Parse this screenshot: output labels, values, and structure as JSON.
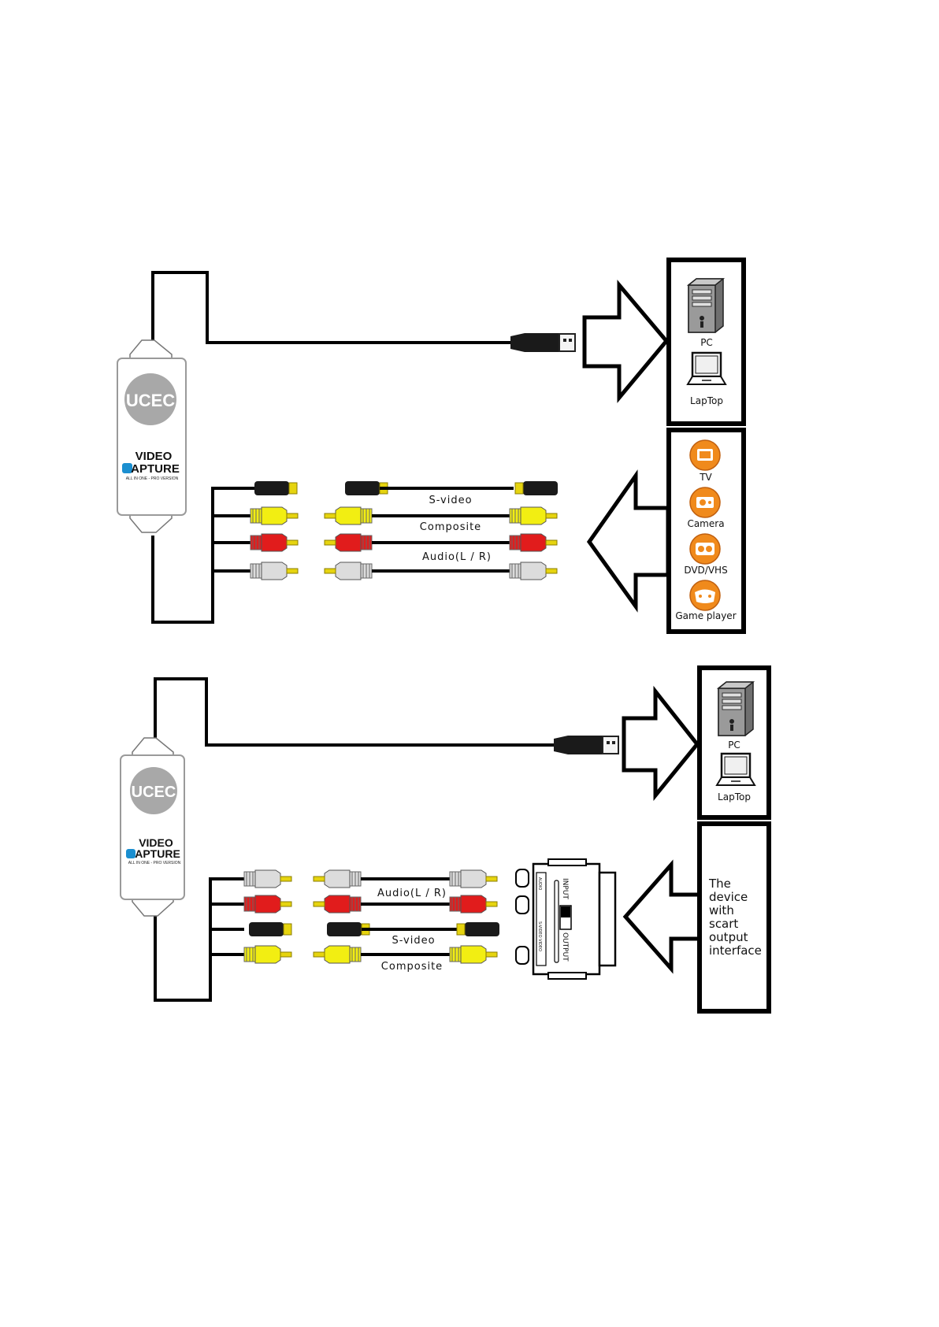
{
  "diagram1": {
    "device": {
      "brand": "UCEC",
      "title_line1": "VIDEO",
      "title_line2": "APTURE",
      "subtitle": "ALL IN ONE - PRO VERSION"
    },
    "cables": {
      "svideo": "S-video",
      "composite": "Composite",
      "audio": "Audio(L / R)"
    },
    "outputs": [
      {
        "icon": "pc-tower-icon",
        "label": "PC"
      },
      {
        "icon": "laptop-icon",
        "label": "LapTop"
      }
    ],
    "sources": [
      {
        "icon": "tv-icon",
        "label": "TV"
      },
      {
        "icon": "camera-icon",
        "label": "Camera"
      },
      {
        "icon": "dvd-vhs-icon",
        "label": "DVD/VHS"
      },
      {
        "icon": "game-player-icon",
        "label": "Game player"
      }
    ]
  },
  "diagram2": {
    "device": {
      "brand": "UCEC",
      "title_line1": "VIDEO",
      "title_line2": "APTURE",
      "subtitle": "ALL IN ONE - PRO VERSION"
    },
    "cables": {
      "audio": "Audio(L / R)",
      "svideo": "S-video",
      "composite": "Composite"
    },
    "outputs": [
      {
        "icon": "pc-tower-icon",
        "label": "PC"
      },
      {
        "icon": "laptop-icon",
        "label": "LapTop"
      }
    ],
    "scart": {
      "input": "INPUT",
      "output": "OUTPUT",
      "audio": "AUDIO",
      "video": "S-VIDEO  VIDEO"
    },
    "source_lines": [
      "The",
      "device",
      "with",
      "scart",
      "output",
      "interface"
    ]
  },
  "colors": {
    "black_plug": "#1a1a1a",
    "yellow_plug": "#f2ee12",
    "red_plug": "#e11c1c",
    "white_plug": "#dcdcdc",
    "accent_orange": "#f08a1c",
    "brand_blue": "#1b8fd0",
    "logo_grey": "#a8a8a8"
  }
}
